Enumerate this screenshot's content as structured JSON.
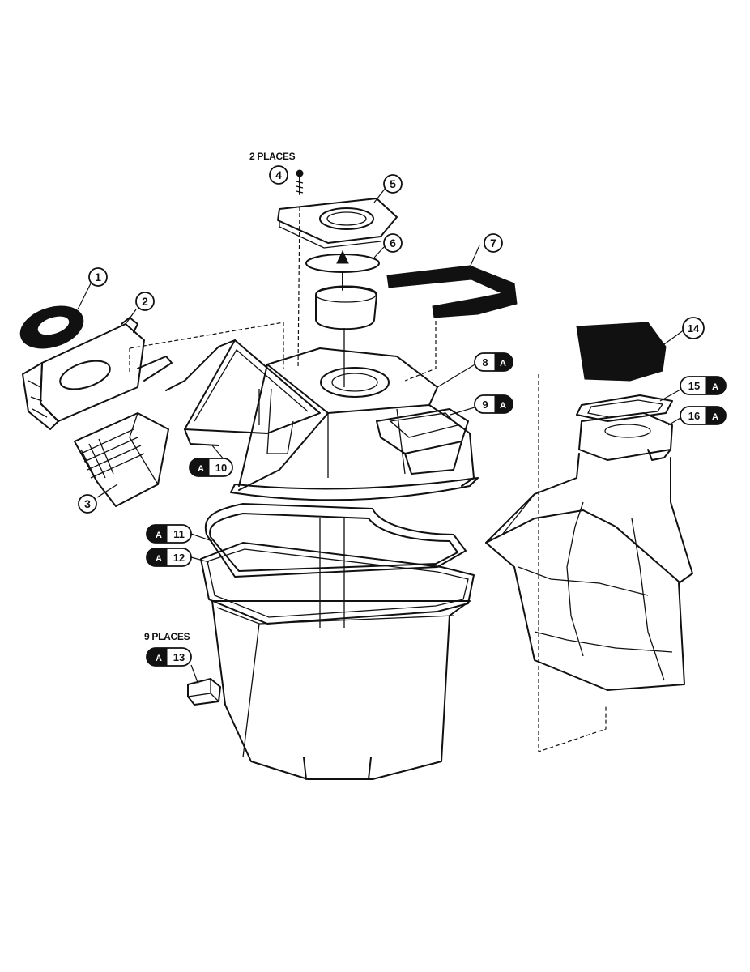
{
  "notes": {
    "two_places": "2 PLACES",
    "nine_places": "9 PLACES"
  },
  "callouts": {
    "c1": "1",
    "c2": "2",
    "c3": "3",
    "c4": "4",
    "c5": "5",
    "c6": "6",
    "c7": "7",
    "c8": "8",
    "c9": "9",
    "c10": "10",
    "c11": "11",
    "c12": "12",
    "c13": "13",
    "c14": "14",
    "c15": "15",
    "c16": "16"
  },
  "symbol": "A",
  "colors": {
    "ink": "#111111",
    "paper": "#ffffff"
  }
}
